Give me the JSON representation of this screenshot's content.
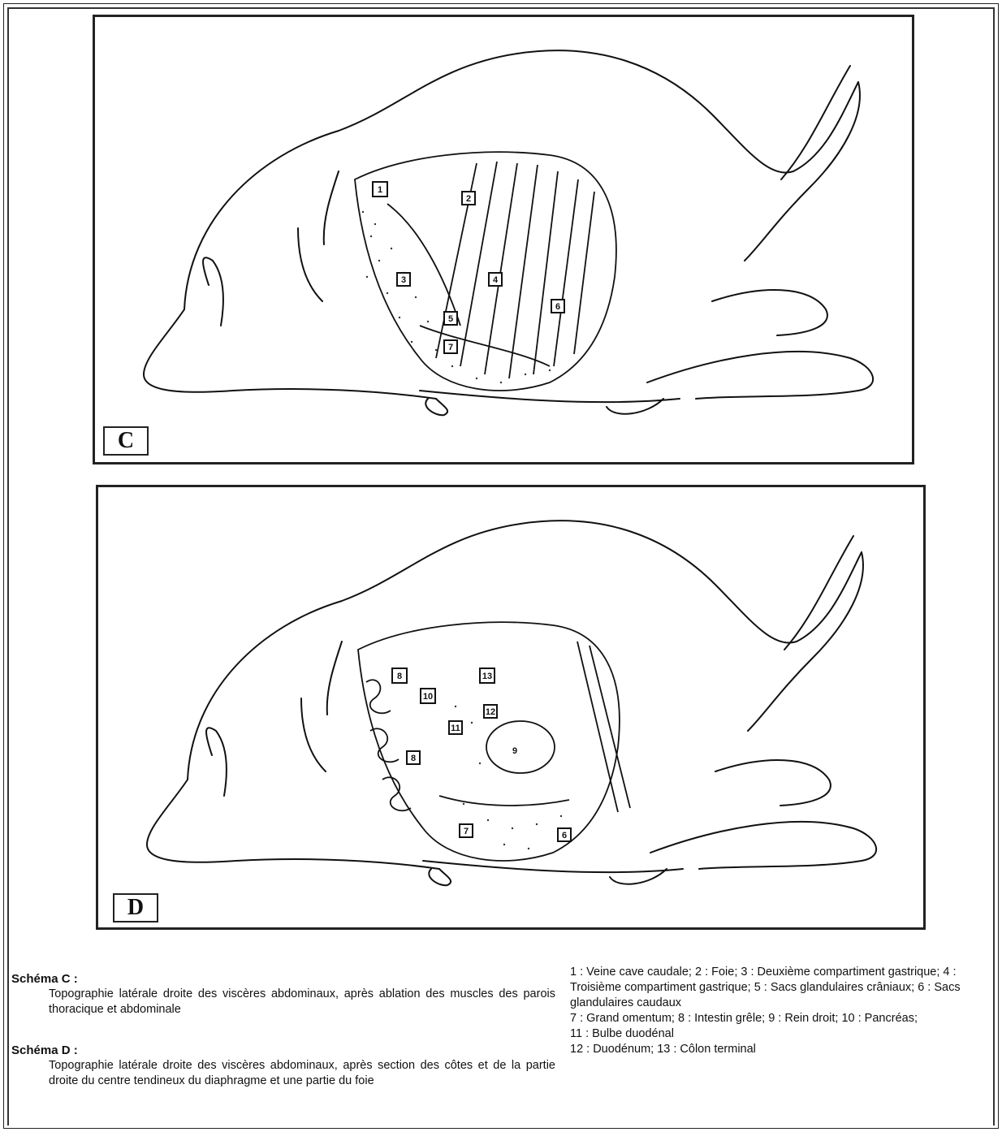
{
  "panels": {
    "c": {
      "label": "C",
      "markers": [
        "1",
        "2",
        "3",
        "4",
        "5",
        "6",
        "7"
      ]
    },
    "d": {
      "label": "D",
      "markers": [
        "8",
        "9",
        "10",
        "11",
        "12",
        "13",
        "8",
        "6",
        "7"
      ]
    }
  },
  "captions": {
    "c": {
      "title": "Schéma C :",
      "text": "Topographie latérale droite des viscères abdominaux, après ablation des muscles des parois thoracique et abdominale"
    },
    "d": {
      "title": "Schéma D :",
      "text": "Topographie latérale droite des viscères abdominaux, après section des côtes et de la partie droite du centre tendineux du diaphragme et une partie du foie"
    }
  },
  "legend": {
    "lines": [
      "1 : Veine cave caudale; 2 : Foie; 3 : Deuxième compartiment gastrique; 4 : Troisième compartiment gastrique; 5 : Sacs glandulaires crâniaux; 6 : Sacs glandulaires caudaux",
      "7 : Grand omentum; 8 : Intestin grêle; 9 : Rein droit; 10 : Pancréas;",
      "11 : Bulbe duodénal",
      "12 : Duodénum; 13 : Côlon terminal"
    ]
  }
}
